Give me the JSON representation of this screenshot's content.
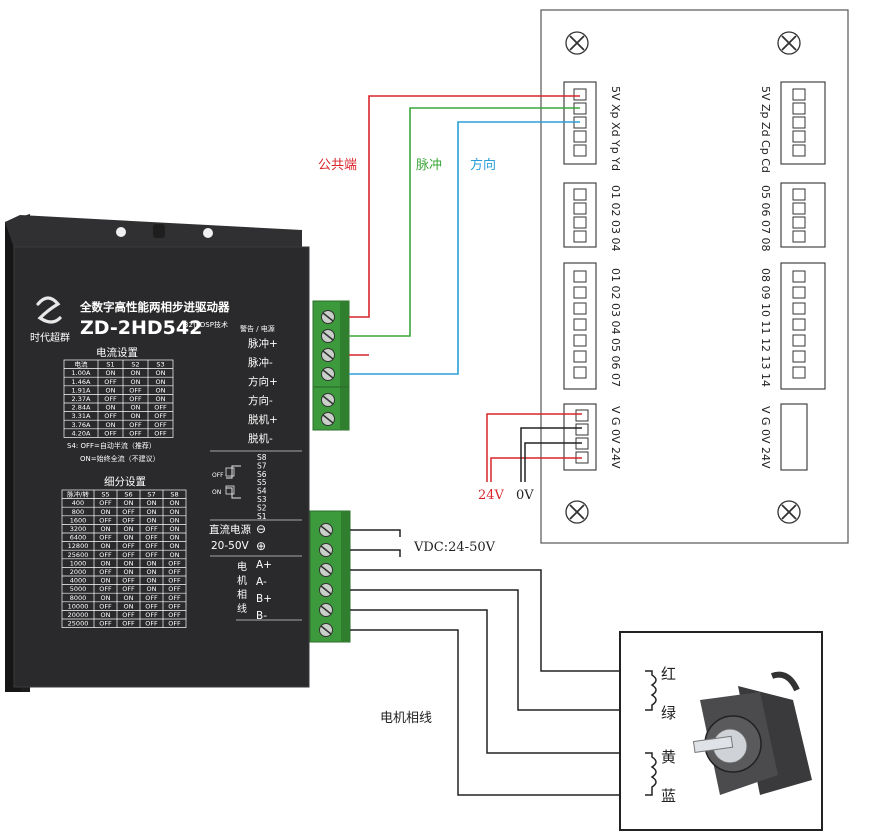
{
  "wire_labels": {
    "common": "公共端",
    "pulse": "脉冲",
    "direction": "方向",
    "v24": "24V",
    "v0": "0V",
    "vdc": "VDC:24-50V",
    "motor_phase_wires": "电机相线"
  },
  "colors": {
    "common_wire": "#d9252a",
    "pulse_wire": "#3aa63a",
    "direction_wire": "#2a9fd8",
    "driver_body": "#2a2a2c",
    "terminal_green": "#3c9a3c"
  },
  "driver": {
    "brand": "时代超群",
    "title_cn": "全数字高性能两相步进驱动器",
    "model": "ZD-2HD542",
    "dsp_note": "32位DSP技术",
    "alarm_power": "警告 / 电源",
    "signal_terminals": [
      "脉冲+",
      "脉冲-",
      "方向+",
      "方向-",
      "脱机+",
      "脱机-"
    ],
    "dc_power_label": "直流电源",
    "dc_power_range": "20-50V",
    "power_symbols": [
      "⊖",
      "⊕"
    ],
    "motor_phase_vertical": [
      "电",
      "机",
      "相",
      "线"
    ],
    "motor_terminals": [
      "A+",
      "A-",
      "B+",
      "B-"
    ],
    "current_table": {
      "title": "电流设置",
      "headers": [
        "电流",
        "S1",
        "S2",
        "S3"
      ],
      "rows": [
        [
          "1.00A",
          "ON",
          "ON",
          "ON"
        ],
        [
          "1.46A",
          "OFF",
          "ON",
          "ON"
        ],
        [
          "1.91A",
          "ON",
          "OFF",
          "ON"
        ],
        [
          "2.37A",
          "OFF",
          "OFF",
          "ON"
        ],
        [
          "2.84A",
          "ON",
          "ON",
          "OFF"
        ],
        [
          "3.31A",
          "OFF",
          "ON",
          "OFF"
        ],
        [
          "3.76A",
          "ON",
          "OFF",
          "OFF"
        ],
        [
          "4.20A",
          "OFF",
          "OFF",
          "OFF"
        ]
      ]
    },
    "s4_note_1": "S4: OFF=自动半流（推荐）",
    "s4_note_2": "ON=始终全流（不建议）",
    "dip_labels": [
      "S8",
      "S7",
      "S6",
      "S5",
      "S4",
      "S3",
      "S2",
      "S1"
    ],
    "dip_off": "OFF",
    "dip_on": "ON",
    "microstep_table": {
      "title": "细分设置",
      "headers": [
        "脉冲/转",
        "S5",
        "S6",
        "S7",
        "S8"
      ],
      "rows": [
        [
          "400",
          "OFF",
          "ON",
          "ON",
          "ON"
        ],
        [
          "800",
          "ON",
          "OFF",
          "ON",
          "ON"
        ],
        [
          "1600",
          "OFF",
          "OFF",
          "ON",
          "ON"
        ],
        [
          "3200",
          "ON",
          "ON",
          "OFF",
          "ON"
        ],
        [
          "6400",
          "OFF",
          "ON",
          "OFF",
          "ON"
        ],
        [
          "12800",
          "ON",
          "OFF",
          "OFF",
          "ON"
        ],
        [
          "25600",
          "OFF",
          "OFF",
          "OFF",
          "ON"
        ],
        [
          "1000",
          "ON",
          "ON",
          "ON",
          "OFF"
        ],
        [
          "2000",
          "OFF",
          "ON",
          "ON",
          "OFF"
        ],
        [
          "4000",
          "ON",
          "OFF",
          "ON",
          "OFF"
        ],
        [
          "5000",
          "OFF",
          "OFF",
          "ON",
          "OFF"
        ],
        [
          "8000",
          "ON",
          "ON",
          "OFF",
          "OFF"
        ],
        [
          "10000",
          "OFF",
          "ON",
          "OFF",
          "OFF"
        ],
        [
          "20000",
          "ON",
          "OFF",
          "OFF",
          "OFF"
        ],
        [
          "25000",
          "OFF",
          "OFF",
          "OFF",
          "OFF"
        ]
      ]
    }
  },
  "controller": {
    "block1_left": "5V Xp Xd Yp Yd",
    "block1_right": "5V Zp Zd Cp Cd",
    "block2_left": "01 02 03 04",
    "block2_right": "05 06 07 08",
    "block3_left": "01 02 03 04 05 06 07",
    "block3_right": "08 09 10 11 12 13 14",
    "block4_left": "V G 0V 24V",
    "block4_right": "V G 0V 24V"
  },
  "motor": {
    "wire_colors": [
      "红",
      "绿",
      "黄",
      "蓝"
    ]
  }
}
